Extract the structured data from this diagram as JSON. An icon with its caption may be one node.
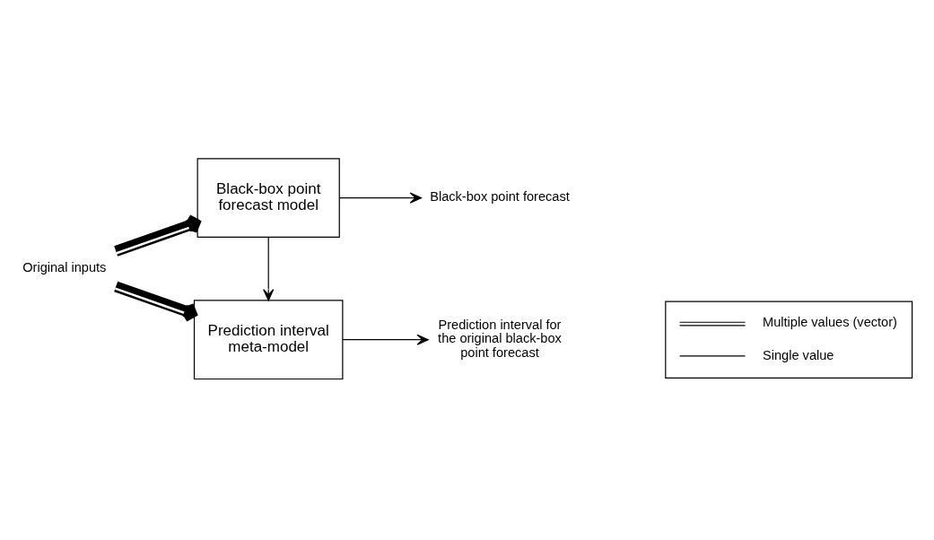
{
  "diagram": {
    "nodes": [
      {
        "text": [
          "Original inputs"
        ]
      },
      {
        "text": [
          "Black-box point forecast model"
        ]
      },
      {
        "text": [
          "Black-box point forecast"
        ]
      },
      {
        "text": [
          "Prediction interval meta-model"
        ]
      },
      {
        "text": [
          "Prediction interval for the original black-box point forecast"
        ]
      }
    ],
    "edges": [
      {
        "from": 0,
        "to": 1,
        "arrow": "to",
        "style": "thick"
      },
      {
        "from": 0,
        "to": 3,
        "arrow": "to",
        "style": "thick"
      },
      {
        "from": 1,
        "to": 2,
        "arrow": "to"
      },
      {
        "from": 1,
        "to": 3,
        "arrow": "to"
      },
      {
        "from": 3,
        "to": 4,
        "arrow": "to"
      }
    ],
    "legend": [
      {
        "text": "Multiple values (vector)"
      },
      {
        "text": "Single value"
      }
    ]
  }
}
